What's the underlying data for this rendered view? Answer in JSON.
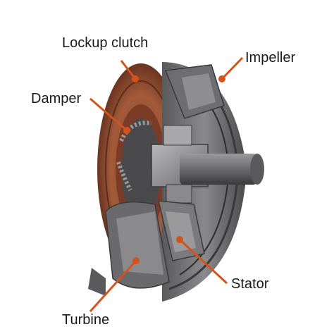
{
  "diagram": {
    "accent_color": "#d4531b",
    "labels": {
      "lockup_clutch": "Lockup clutch",
      "impeller": "Impeller",
      "damper": "Damper",
      "stator": "Stator",
      "turbine": "Turbine"
    }
  }
}
